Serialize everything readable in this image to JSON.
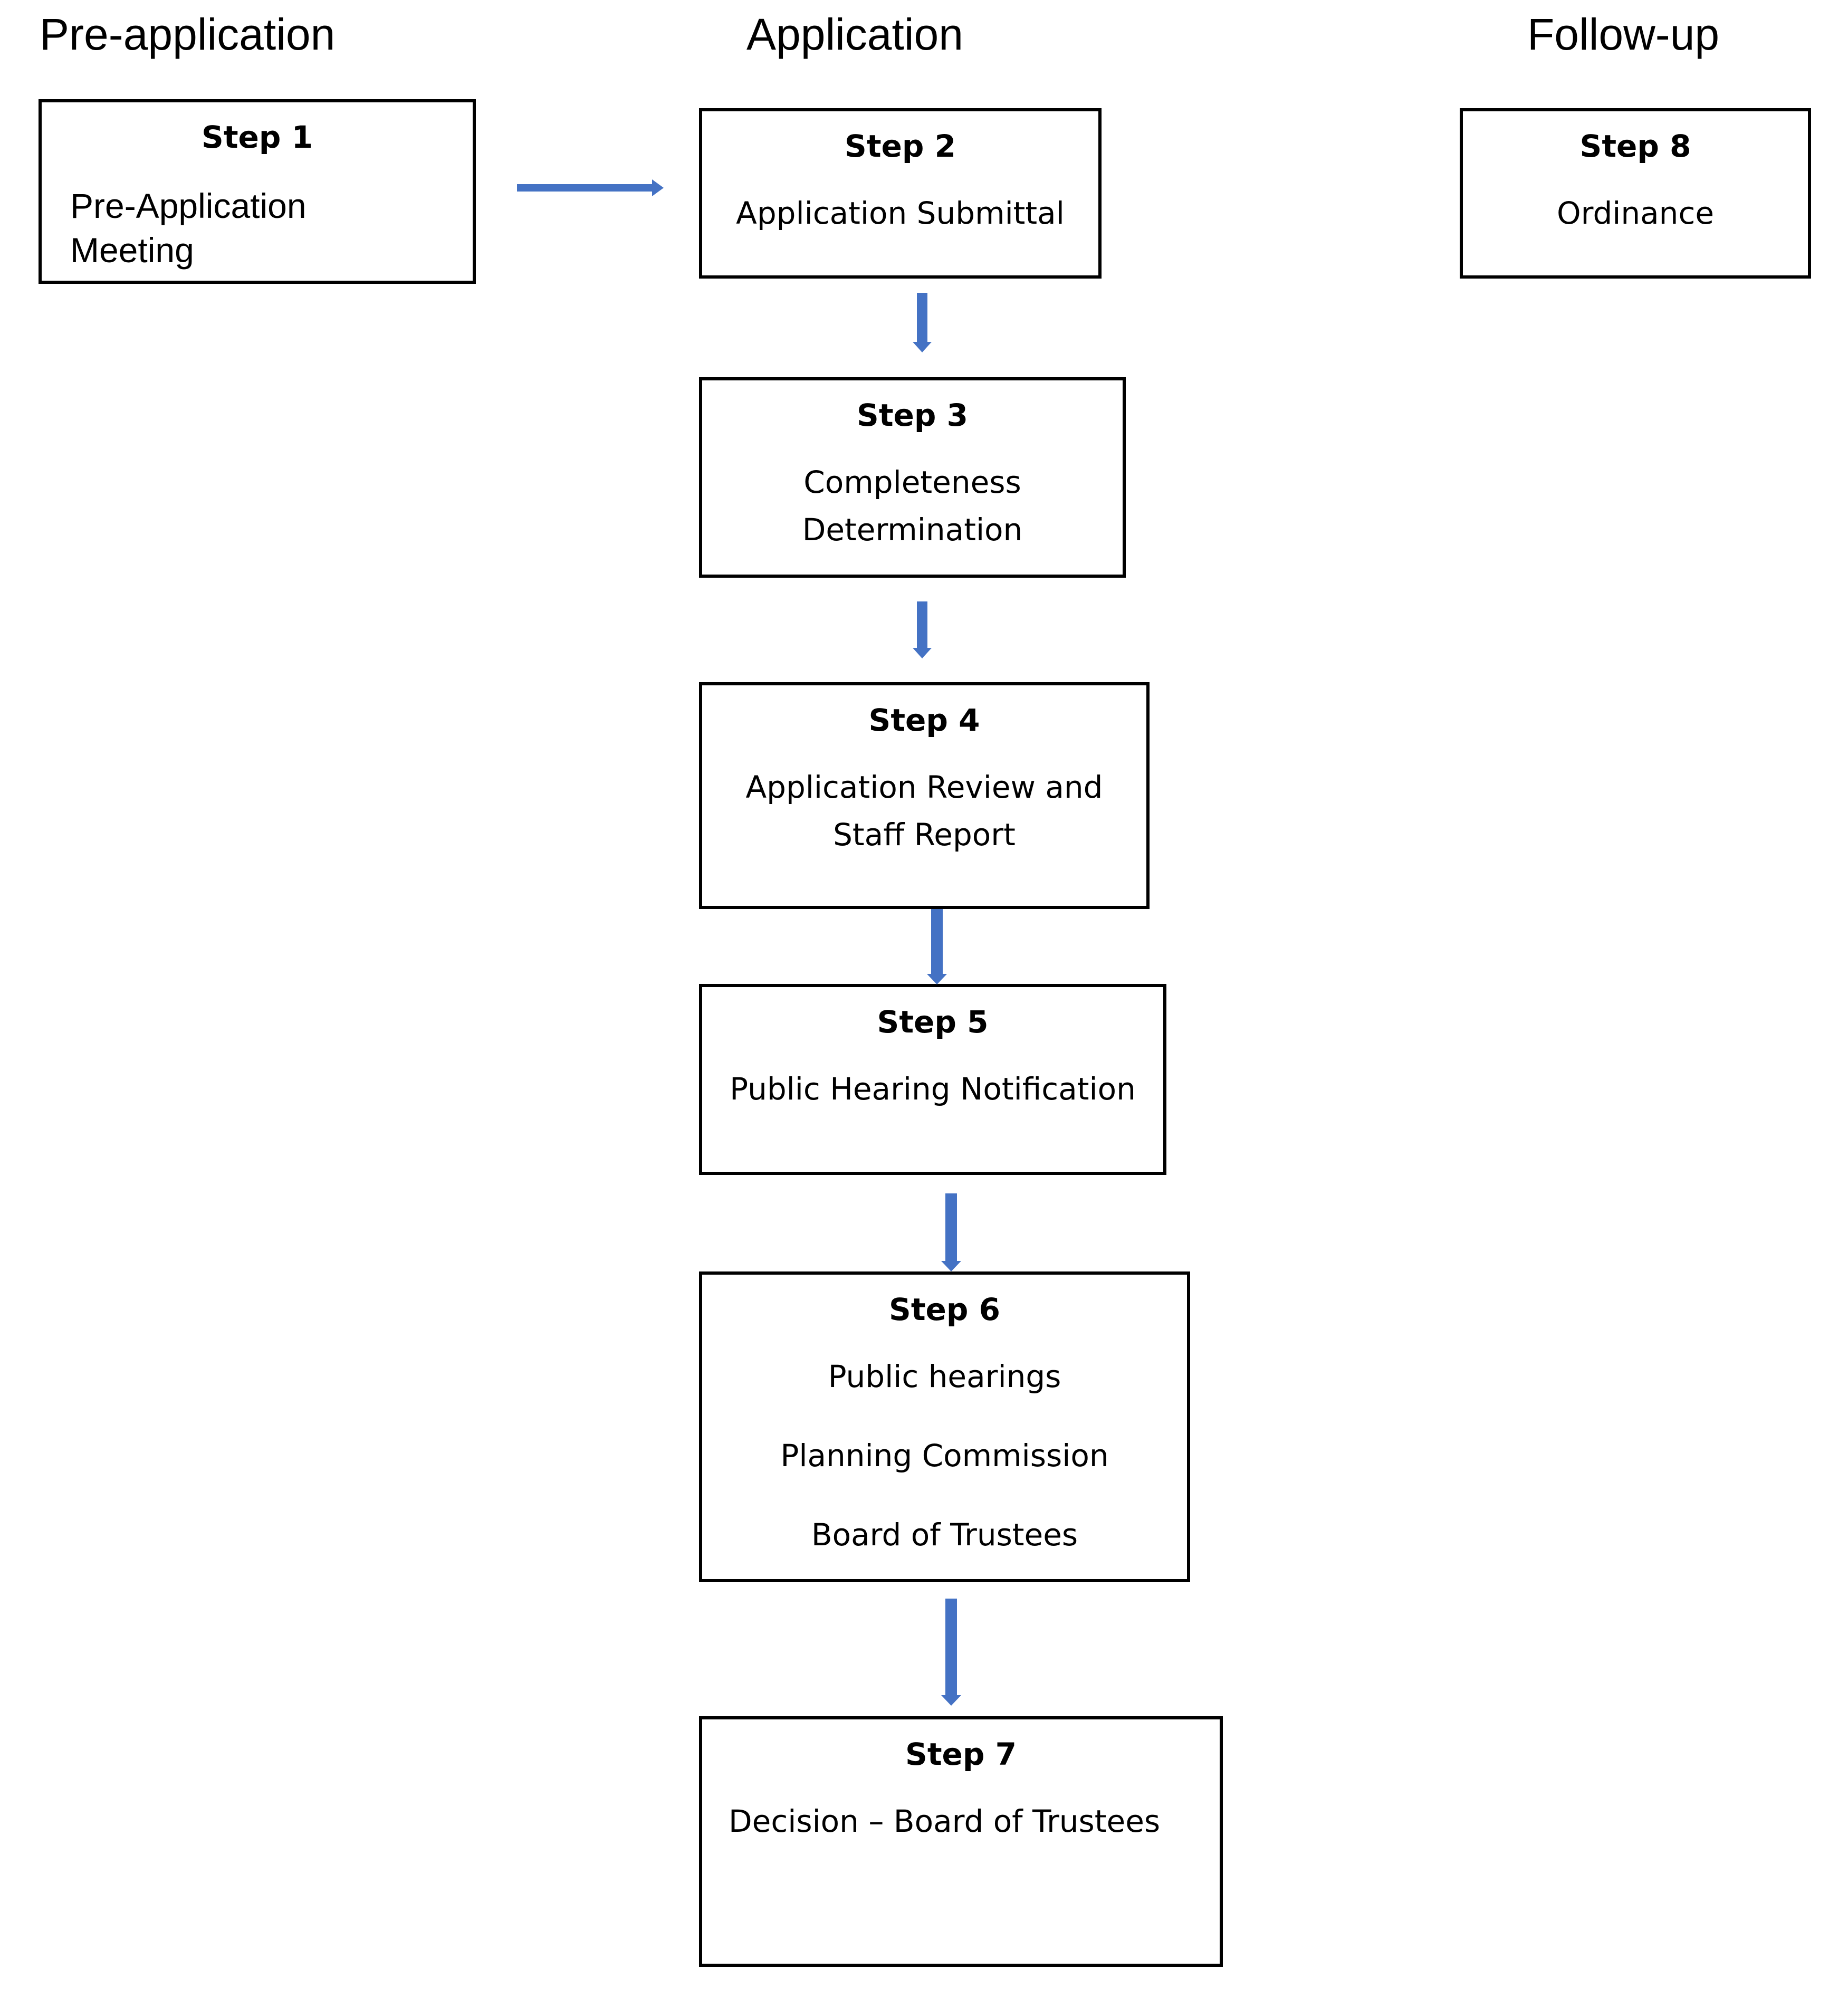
{
  "phases": {
    "pre_application": "Pre-application",
    "application": "Application",
    "follow_up": "Follow-up"
  },
  "steps": [
    {
      "label": "Step 1",
      "lines": [
        "Pre-Application",
        "Meeting"
      ]
    },
    {
      "label": "Step 2",
      "lines": [
        "Application Submittal"
      ]
    },
    {
      "label": "Step 3",
      "lines": [
        "Completeness",
        "Determination"
      ]
    },
    {
      "label": "Step 4",
      "lines": [
        "Application Review and",
        "Staff Report"
      ]
    },
    {
      "label": "Step 5",
      "lines": [
        "Public Hearing Notification"
      ]
    },
    {
      "label": "Step 6",
      "lines": [
        "Public hearings",
        "Planning Commission",
        "Board of Trustees"
      ]
    },
    {
      "label": "Step 7",
      "lines": [
        "Decision – Board of Trustees"
      ]
    },
    {
      "label": "Step 8",
      "lines": [
        "Ordinance"
      ]
    }
  ],
  "colors": {
    "arrow": "#4472C4",
    "border": "#000000"
  }
}
